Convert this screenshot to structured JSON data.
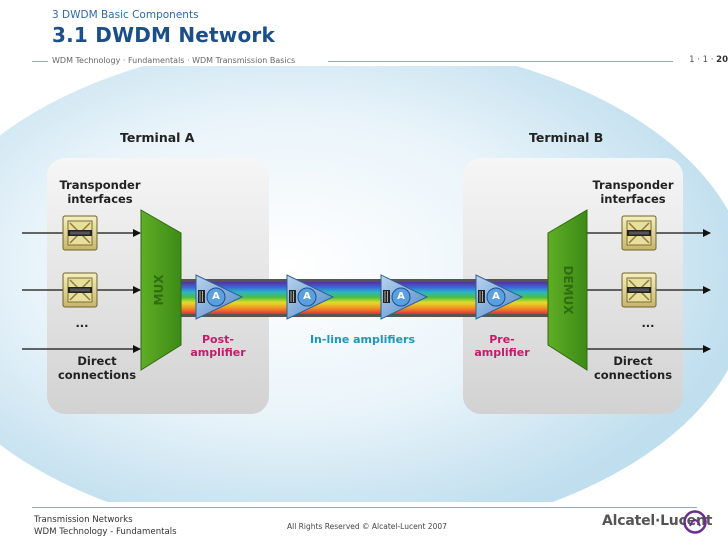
{
  "header": {
    "section_label": "3 DWDM Basic Components",
    "page_title": "3.1 DWDM Network",
    "breadcrumb": "WDM Technology · Fundamentals · WDM Transmission Basics",
    "page_number_prefix": "1 · 1 · ",
    "page_number_bold": "20"
  },
  "diagram": {
    "terminal_a": {
      "title": "Terminal A",
      "transponder_label_1": "Transponder",
      "transponder_label_2": "interfaces",
      "ellipsis": "...",
      "direct_label_1": "Direct",
      "direct_label_2": "connections",
      "mux_label": "MUX"
    },
    "terminal_b": {
      "title": "Terminal B",
      "transponder_label_1": "Transponder",
      "transponder_label_2": "interfaces",
      "ellipsis": "...",
      "direct_label_1": "Direct",
      "direct_label_2": "connections",
      "demux_label": "DEMUX"
    },
    "amplifiers": {
      "post_1": "Post-",
      "post_2": "amplifier",
      "inline": "In-line amplifiers",
      "pre_1": "Pre-",
      "pre_2": "amplifier",
      "amp_symbol": "A"
    }
  },
  "footer": {
    "left_line_1": "Transmission Networks",
    "left_line_2": "WDM Technology - Fundamentals",
    "center": "All Rights Reserved © Alcatel-Lucent 2007",
    "logo_text": "Alcatel·Lucent"
  },
  "colors": {
    "title_blue": "#1a4f8a",
    "mux_green": "#4c9a1c",
    "amp_pink": "#c6196b",
    "inline_teal": "#1d96b8",
    "logo_blue": "#6a2d8f"
  }
}
